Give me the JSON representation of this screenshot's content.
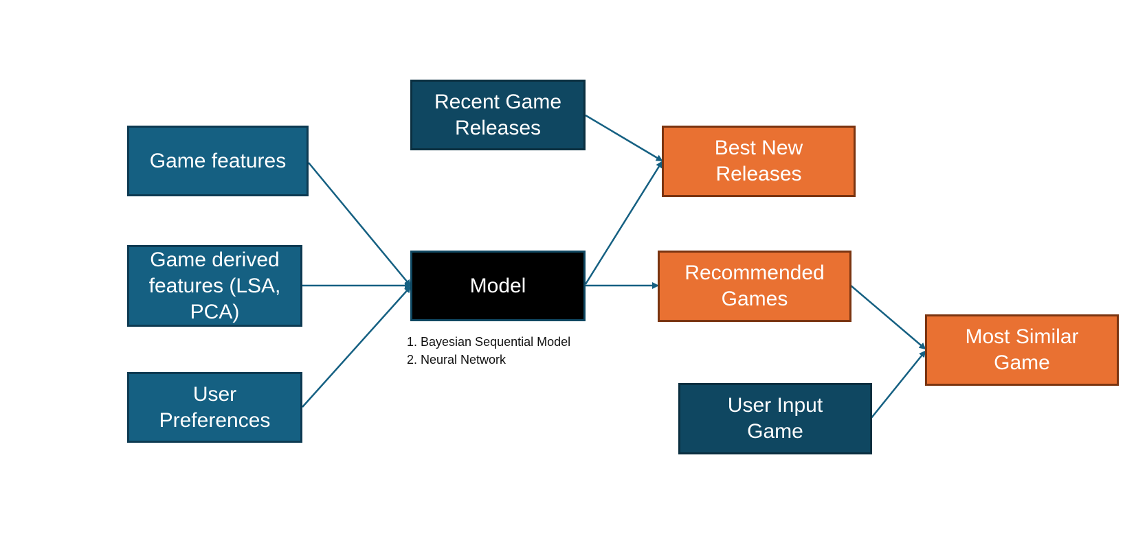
{
  "nodes": {
    "game_features": "Game features",
    "game_derived": "Game derived\nfeatures (LSA,\nPCA)",
    "user_preferences": "User\nPreferences",
    "recent_releases": "Recent Game\nReleases",
    "model": "Model",
    "best_new": "Best New\nReleases",
    "recommended": "Recommended\nGames",
    "user_input": "User Input\nGame",
    "most_similar": "Most Similar\nGame"
  },
  "model_notes": [
    "1. Bayesian Sequential Model",
    "2. Neural Network"
  ],
  "colors": {
    "input_box": "#156082",
    "dark_box": "#0f4761",
    "output_box": "#e97132",
    "model_box": "#000000",
    "connector": "#156082"
  }
}
